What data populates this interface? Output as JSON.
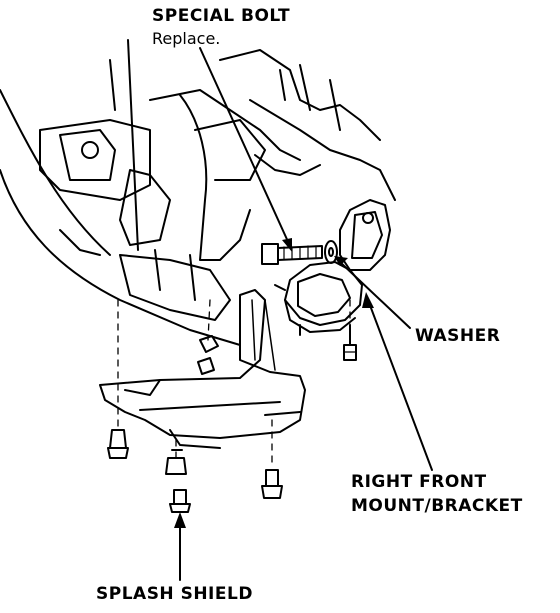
{
  "labels": {
    "special_bolt": "SPECIAL BOLT",
    "special_bolt_note": "Replace.",
    "washer": "WASHER",
    "right_front_line1": "RIGHT FRONT",
    "right_front_line2": "MOUNT/BRACKET",
    "splash_shield": "SPLASH SHIELD"
  },
  "colors": {
    "ink": "#000000",
    "paper": "#ffffff"
  }
}
